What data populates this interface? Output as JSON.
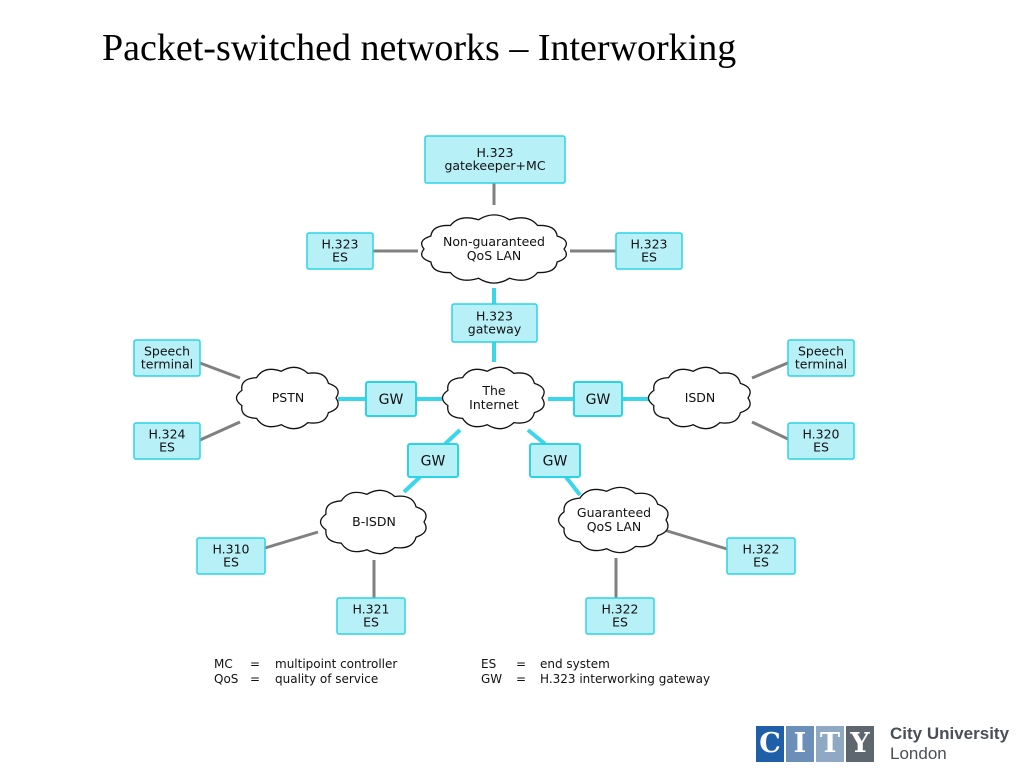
{
  "title": "Packet-switched networks – Interworking",
  "boxes": {
    "gatekeeper": [
      "H.323",
      "gatekeeper+MC"
    ],
    "es_left": [
      "H.323",
      "ES"
    ],
    "es_right": [
      "H.323",
      "ES"
    ],
    "h323_gateway": [
      "H.323",
      "gateway"
    ],
    "speech_left": [
      "Speech",
      "terminal"
    ],
    "h324": [
      "H.324",
      "ES"
    ],
    "speech_right": [
      "Speech",
      "terminal"
    ],
    "h320": [
      "H.320",
      "ES"
    ],
    "h310": [
      "H.310",
      "ES"
    ],
    "h321": [
      "H.321",
      "ES"
    ],
    "h322_right": [
      "H.322",
      "ES"
    ],
    "h322_bottom": [
      "H.322",
      "ES"
    ]
  },
  "gateways": {
    "gw_left": "GW",
    "gw_right": "GW",
    "gw_lower_left": "GW",
    "gw_lower_right": "GW"
  },
  "clouds": {
    "lan": [
      "Non-guaranteed",
      "QoS LAN"
    ],
    "internet": [
      "The",
      "Internet"
    ],
    "pstn": [
      "PSTN"
    ],
    "isdn": [
      "ISDN"
    ],
    "bisdn": [
      "B-ISDN"
    ],
    "gqos": [
      "Guaranteed",
      "QoS LAN"
    ]
  },
  "legend": {
    "mc_abbr": "MC",
    "mc_def": "multipoint controller",
    "qos_abbr": "QoS",
    "qos_def": "quality of service",
    "es_abbr": "ES",
    "es_def": "end system",
    "gw_abbr": "GW",
    "gw_def": "H.323 interworking gateway",
    "eq": "="
  },
  "logo": {
    "letters": [
      "C",
      "I",
      "T",
      "Y"
    ],
    "name": "City University",
    "city": "London"
  },
  "colors": {
    "box_fill": "#b8f0f8",
    "box_stroke": "#2ad3e6",
    "link": "#3ad6ea",
    "grey_link": "#808080"
  }
}
